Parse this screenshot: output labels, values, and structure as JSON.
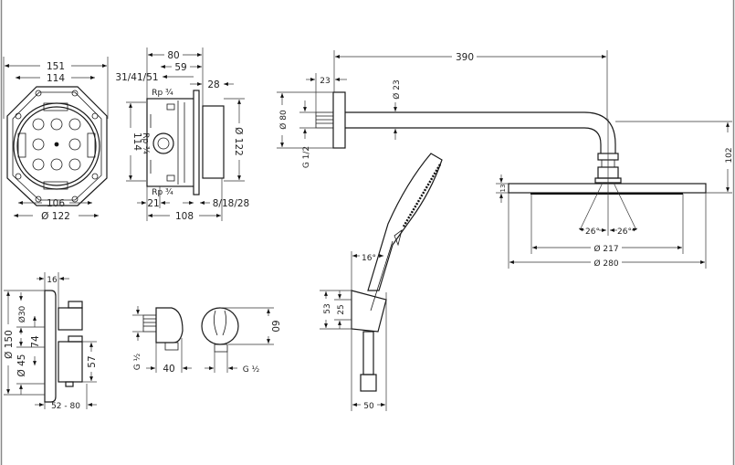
{
  "mounting_box_top": {
    "w151": "151",
    "w114": "114",
    "w106": "106",
    "d122": "Ø 122"
  },
  "mounting_box_side": {
    "w80": "80",
    "w59": "59",
    "w314151": "31/41/51",
    "w28": "28",
    "h114": "114",
    "rp_side": "Rp ¾",
    "rp_top": "Rp ¾",
    "rp_bottom": "Rp ¾",
    "d122": "Ø 122",
    "w21": "21",
    "w81828": "8/18/28",
    "w108": "108"
  },
  "thermostat": {
    "w16": "16",
    "d150": "Ø 150",
    "d30": "Ø30",
    "h74": "74",
    "d45": "Ø 45",
    "h57": "57",
    "w5280": "52 - 80"
  },
  "wall_outlet": {
    "g_side": "G ½",
    "w40": "40",
    "h60": "60",
    "g_front": "G ½"
  },
  "overhead_shower": {
    "w390": "390",
    "w23": "23",
    "d23": "Ø 23",
    "d80": "Ø 80",
    "g12": "G 1/2",
    "h102": "102",
    "h13": "13",
    "a26l": "26°",
    "a26r": "26°",
    "d217": "Ø 217",
    "d280": "Ø 280"
  },
  "hand_shower": {
    "a16": "16°",
    "h53": "53",
    "h25": "25",
    "w50": "50"
  }
}
